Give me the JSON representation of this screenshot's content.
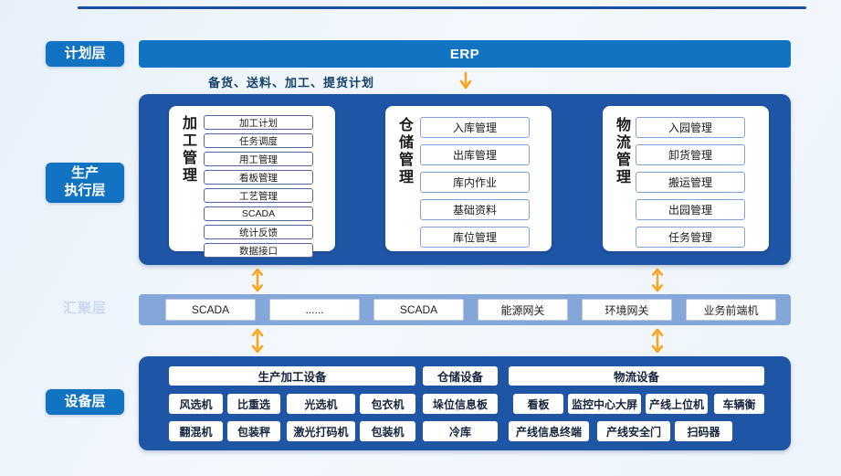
{
  "layers": {
    "plan": {
      "label": "计划层"
    },
    "execution": {
      "label": "生产\n执行层"
    },
    "aggregate": {
      "label": "汇聚层"
    },
    "device": {
      "label": "设备层"
    }
  },
  "erp": {
    "title": "ERP",
    "caption": "备货、送料、加工、提货计划"
  },
  "exec_cards": [
    {
      "title": "加工管理",
      "items": [
        "加工计划",
        "任务调度",
        "用工管理",
        "看板管理",
        "工艺管理",
        "SCADA",
        "统计反馈",
        "数据接口"
      ]
    },
    {
      "title": "仓储管理",
      "items": [
        "入库管理",
        "出库管理",
        "库内作业",
        "基础资料",
        "库位管理"
      ]
    },
    {
      "title": "物流管理",
      "items": [
        "入园管理",
        "卸货管理",
        "搬运管理",
        "出园管理",
        "任务管理"
      ]
    }
  ],
  "gateway_bar": {
    "items": [
      "SCADA",
      "......",
      "SCADA",
      "能源网关",
      "环境网关",
      "业务前端机"
    ]
  },
  "device_groups": [
    {
      "header": "生产加工设备",
      "rows": [
        [
          "风选机",
          "比重选",
          "光选机",
          "包衣机"
        ],
        [
          "翻混机",
          "包装秤",
          "激光打码机",
          "包装机"
        ]
      ]
    },
    {
      "header": "仓储设备",
      "rows": [
        [
          "垛位信息板"
        ],
        [
          "冷库"
        ]
      ]
    },
    {
      "header": "物流设备",
      "rows": [
        [
          "看板",
          "监控中心大屏",
          "产线上位机",
          "车辆衡"
        ],
        [
          "产线信息终端",
          "产线安全门",
          "扫码器"
        ]
      ]
    }
  ],
  "colors": {
    "primary_blue": "#1273C2",
    "deep_blue": "#1F55A5",
    "gateway_bar_blue": "#84A7DA",
    "top_line_blue": "#1C4DA0",
    "arrow_orange": "#F6A51E"
  }
}
